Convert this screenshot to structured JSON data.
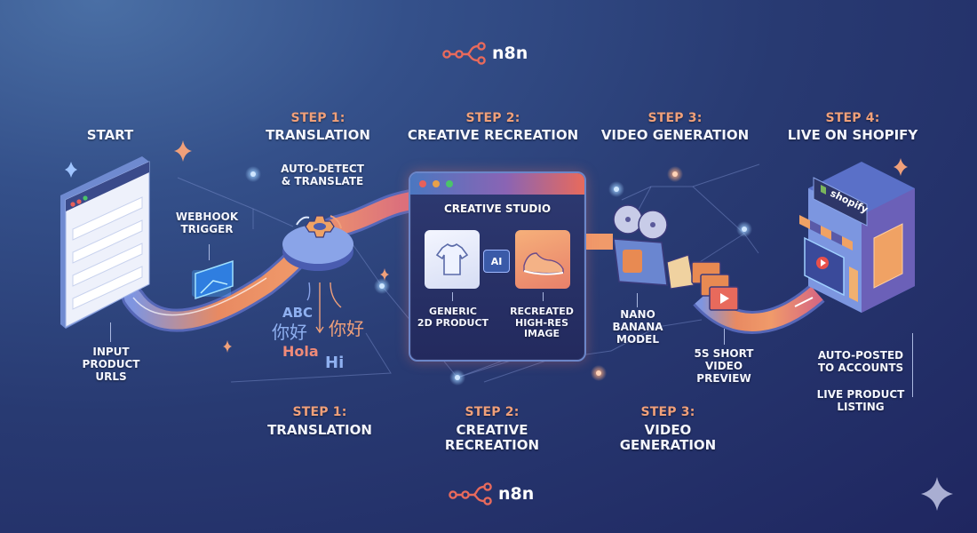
{
  "brand": {
    "name": "n8n",
    "accent": "#e86a5c",
    "step_color": "#f0a07a",
    "bg_top": "#4a6fa5",
    "bg_bottom": "#1f2660"
  },
  "logo_top": {
    "text": "n8n"
  },
  "logo_bottom": {
    "text": "n8n"
  },
  "stages": [
    {
      "step": "",
      "title": "START"
    },
    {
      "step": "STEP 1:",
      "title": "TRANSLATION"
    },
    {
      "step": "STEP 2:",
      "title": "CREATIVE RECREATION"
    },
    {
      "step": "STEP 3:",
      "title": "VIDEO GENERATION"
    },
    {
      "step": "STEP 4:",
      "title": "LIVE ON SHOPIFY"
    }
  ],
  "start": {
    "trigger_label": "WEBHOOK TRIGGER",
    "input_label_lines": [
      "INPUT",
      "PRODUCT",
      "URLS"
    ]
  },
  "translation": {
    "caption_lines": [
      "AUTO-DETECT",
      "& TRANSLATE"
    ],
    "samples": {
      "abc": "ABC",
      "zh1": "你好",
      "zh2": "你好",
      "hola": "Hola",
      "hi": "Hi"
    }
  },
  "studio": {
    "window_title": "CREATIVE STUDIO",
    "ai_chip": "AI",
    "left_caption_lines": [
      "GENERIC",
      "2D PRODUCT"
    ],
    "right_caption_lines": [
      "RECREATED",
      "HIGH-RES",
      "IMAGE"
    ],
    "window_dots": [
      "#e8605a",
      "#e8a04a",
      "#4ac46a"
    ]
  },
  "video": {
    "model_lines": [
      "NANO",
      "BANANA",
      "MODEL"
    ],
    "preview_lines": [
      "5S SHORT",
      "VIDEO",
      "PREVIEW"
    ]
  },
  "shopify": {
    "sign_text": "shopify",
    "autopost_lines": [
      "AUTO-POSTED",
      "TO ACCOUNTS"
    ],
    "listing_lines": [
      "LIVE PRODUCT",
      "LISTING"
    ]
  },
  "bottom_steps": [
    {
      "step": "STEP 1:",
      "title_lines": [
        "TRANSLATION"
      ]
    },
    {
      "step": "STEP 2:",
      "title_lines": [
        "CREATIVE",
        "RECREATION"
      ]
    },
    {
      "step": "STEP 3:",
      "title_lines": [
        "VIDEO",
        "GENERATION"
      ]
    }
  ],
  "corner_icon": "sparkle-icon"
}
